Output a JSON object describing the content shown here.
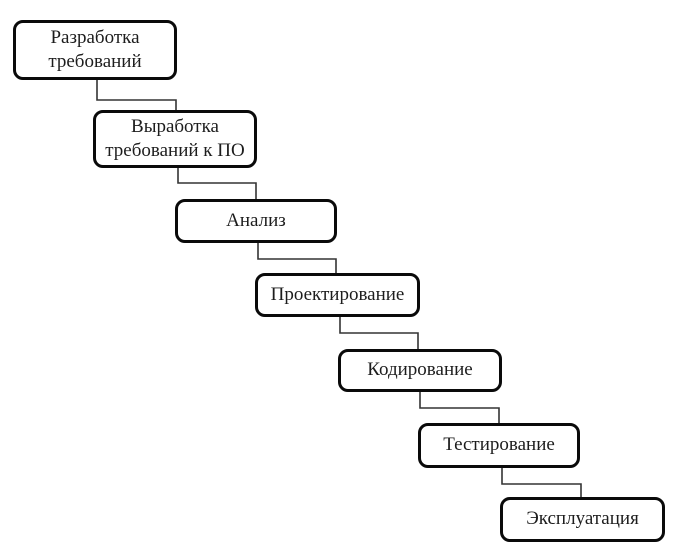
{
  "diagram_type": "waterfall-lifecycle-flow",
  "colors": {
    "background": "#ffffff",
    "box_fill": "#ffffff",
    "box_border": "#0a0a0a",
    "connector": "#343434",
    "text": "#1d1d1d"
  },
  "boxes": [
    {
      "id": "requirements-development",
      "label": "Разработка\nтребований"
    },
    {
      "id": "software-requirements",
      "label": "Выработка\nтребований к ПО"
    },
    {
      "id": "analysis",
      "label": "Анализ"
    },
    {
      "id": "design",
      "label": "Проектирование"
    },
    {
      "id": "coding",
      "label": "Кодирование"
    },
    {
      "id": "testing",
      "label": "Тестирование"
    },
    {
      "id": "operation",
      "label": "Эксплуатация"
    }
  ],
  "flow_order": [
    "Разработка требований",
    "Выработка требований к ПО",
    "Анализ",
    "Проектирование",
    "Кодирование",
    "Тестирование",
    "Эксплуатация"
  ]
}
